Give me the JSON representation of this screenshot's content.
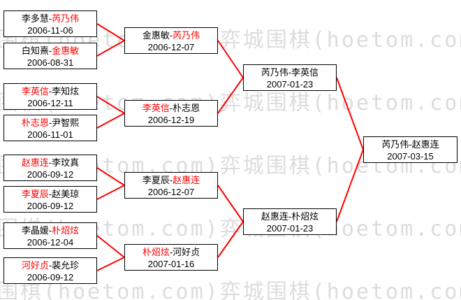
{
  "watermark": {
    "text": "弈城围棋(hoetom.com)",
    "color": "#dcdcdc"
  },
  "colors": {
    "line": "#ff0000",
    "winner": "#ff0000",
    "normal": "#000000"
  },
  "separator": "-",
  "bracket": {
    "round1": [
      {
        "p1": "李多慧",
        "p2": "芮乃伟",
        "p1_color": "#000000",
        "p2_color": "#ff0000",
        "date": "2006-11-06"
      },
      {
        "p1": "白知熹",
        "p2": "金惠敏",
        "p1_color": "#000000",
        "p2_color": "#ff0000",
        "date": "2006-08-31"
      },
      {
        "p1": "李英信",
        "p2": "李知炫",
        "p1_color": "#ff0000",
        "p2_color": "#000000",
        "date": "2006-12-11"
      },
      {
        "p1": "朴志恩",
        "p2": "尹智熙",
        "p1_color": "#ff0000",
        "p2_color": "#000000",
        "date": "2006-11-01"
      },
      {
        "p1": "赵惠连",
        "p2": "李玟真",
        "p1_color": "#ff0000",
        "p2_color": "#000000",
        "date": "2006-09-12"
      },
      {
        "p1": "李夏辰",
        "p2": "赵美琼",
        "p1_color": "#ff0000",
        "p2_color": "#000000",
        "date": "2006-09-12"
      },
      {
        "p1": "李晶媛",
        "p2": "朴炤炫",
        "p1_color": "#000000",
        "p2_color": "#ff0000",
        "date": "2006-12-04"
      },
      {
        "p1": "河好贞",
        "p2": "裴允珍",
        "p1_color": "#ff0000",
        "p2_color": "#000000",
        "date": "2006-09-12"
      }
    ],
    "round2": [
      {
        "p1": "金惠敏",
        "p2": "芮乃伟",
        "p1_color": "#000000",
        "p2_color": "#ff0000",
        "date": "2006-12-07"
      },
      {
        "p1": "李英信",
        "p2": "朴志恩",
        "p1_color": "#ff0000",
        "p2_color": "#000000",
        "date": "2006-12-19"
      },
      {
        "p1": "李夏辰",
        "p2": "赵惠连",
        "p1_color": "#000000",
        "p2_color": "#ff0000",
        "date": "2006-12-07"
      },
      {
        "p1": "朴炤炫",
        "p2": "河好贞",
        "p1_color": "#ff0000",
        "p2_color": "#000000",
        "date": "2007-01-16"
      }
    ],
    "round3": [
      {
        "p1": "芮乃伟",
        "p2": "李英信",
        "p1_color": "#000000",
        "p2_color": "#000000",
        "date": "2007-01-23"
      },
      {
        "p1": "赵惠连",
        "p2": "朴炤炫",
        "p1_color": "#000000",
        "p2_color": "#000000",
        "date": "2007-01-23"
      }
    ],
    "final": [
      {
        "p1": "芮乃伟",
        "p2": "赵惠连",
        "p1_color": "#000000",
        "p2_color": "#000000",
        "date": "2007-03-15"
      }
    ]
  }
}
